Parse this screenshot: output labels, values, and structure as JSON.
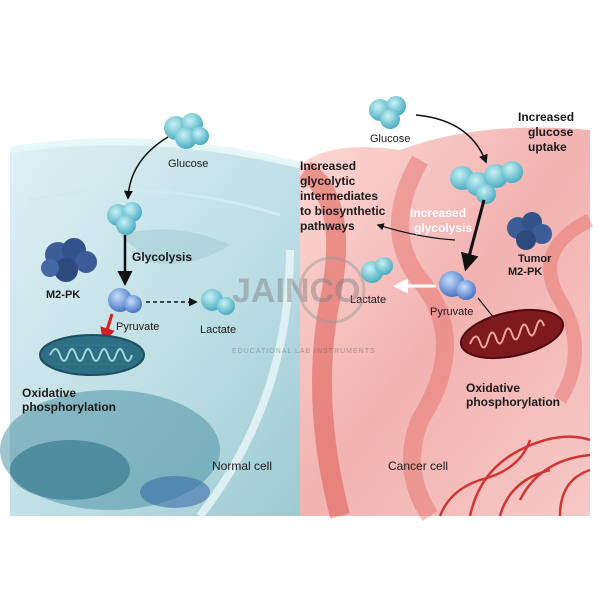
{
  "normal_cell": {
    "glucose": "Glucose",
    "glycolysis": "Glycolysis",
    "m2pk": "M2-PK",
    "pyruvate": "Pyruvate",
    "lactate": "Lactate",
    "oxidative_line1": "Oxidative",
    "oxidative_line2": "phosphorylation",
    "caption": "Normal cell"
  },
  "cancer_cell": {
    "glucose": "Glucose",
    "uptake_line1": "Increased",
    "uptake_line2": "glucose",
    "uptake_line3": "uptake",
    "intermediates_line1": "Increased",
    "intermediates_line2": "glycolytic",
    "intermediates_line3": "intermediates",
    "intermediates_line4": "to biosynthetic",
    "intermediates_line5": "pathways",
    "glycolysis_line1": "Increased",
    "glycolysis_line2": "glycolysis",
    "tumor_line1": "Tumor",
    "tumor_line2": "M2-PK",
    "lactate": "Lactate",
    "pyruvate": "Pyruvate",
    "oxidative_line1": "Oxidative",
    "oxidative_line2": "phosphorylation",
    "caption": "Cancer cell"
  },
  "watermark": {
    "brand": "JAINCO",
    "tagline": "EDUCATIONAL LAB INSTRUMENTS"
  },
  "colors": {
    "normal_bg": "#bfe0e6",
    "cancer_bg": "#f3b7b5",
    "molecule": "#6cc8d6",
    "pyruvate": "#5a8fd6",
    "mitochondria": "#8a1f22",
    "arrow_red": "#d42020"
  }
}
